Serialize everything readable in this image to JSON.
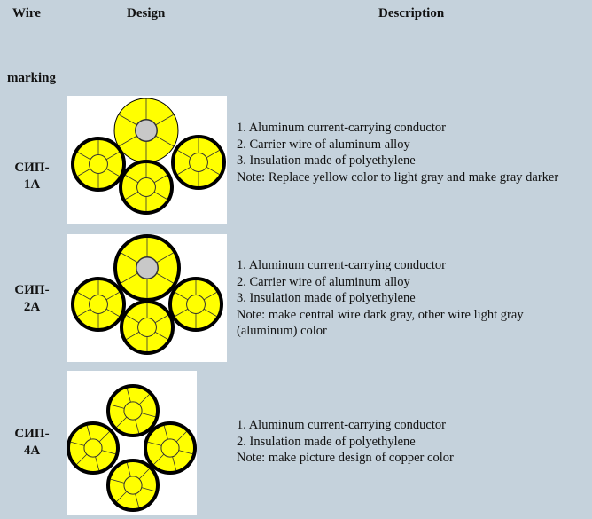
{
  "headers": {
    "wire": "Wire",
    "design": "Design",
    "description": "Description",
    "marking": "marking"
  },
  "rows": [
    {
      "mark1": "СИП-",
      "mark2": "1A",
      "lines": [
        "1. Aluminum current-carrying conductor",
        "2. Carrier wire of aluminum alloy",
        "3. Insulation made of polyethylene",
        "Note: Replace yellow color to light gray and make gray darker"
      ]
    },
    {
      "mark1": "СИП-",
      "mark2": "2A",
      "lines": [
        "1. Aluminum current-carrying conductor",
        "2. Carrier wire of aluminum alloy",
        "3. Insulation made of polyethylene",
        "Note: make central wire dark gray, other wire light gray (aluminum) color"
      ]
    },
    {
      "mark1": "СИП-",
      "mark2": "4A",
      "lines": [
        "1. Aluminum current-carrying conductor",
        "2. Insulation made of polyethylene",
        "Note: make picture design of copper color"
      ]
    }
  ],
  "colors": {
    "background": "#c5d2dc",
    "conductor": "#ffff00",
    "core": "#c8c8c8",
    "outline": "#000000"
  }
}
